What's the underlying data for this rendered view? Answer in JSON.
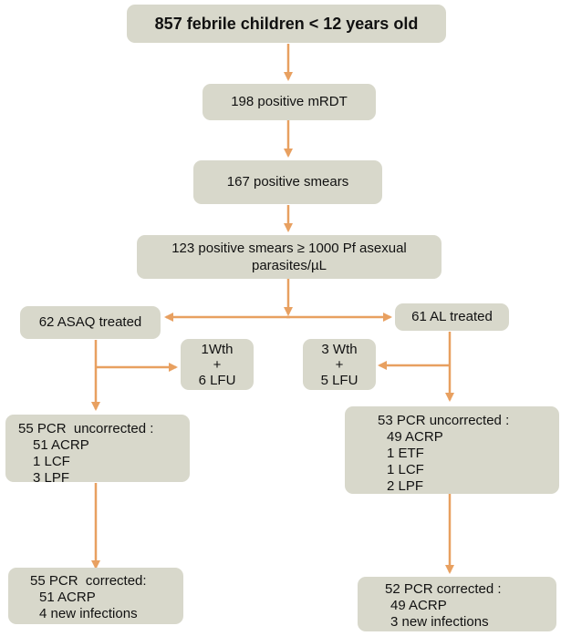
{
  "boxes": {
    "root": "857 febrile children < 12 years old",
    "mrdt": "198 positive mRDT",
    "smears": "167 positive smears",
    "smears_1000": [
      "123 positive smears ≥ 1000 Pf asexual",
      "parasites/µL"
    ],
    "asaq": "62 ASAQ treated",
    "al": "61 AL treated",
    "asaq_loss": [
      "1Wth",
      "+",
      "6 LFU"
    ],
    "al_loss": [
      "3 Wth",
      "+",
      "5 LFU"
    ],
    "asaq_uncorrected": [
      "55 PCR  uncorrected :",
      "51 ACRP",
      "1 LCF",
      "3 LPF"
    ],
    "al_uncorrected": [
      "53 PCR uncorrected :",
      "49 ACRP",
      "1 ETF",
      "1 LCF",
      "2 LPF"
    ],
    "asaq_corrected": [
      "55 PCR  corrected:",
      "51 ACRP",
      "4 new infections"
    ],
    "al_corrected": [
      "52 PCR corrected :",
      "49 ACRP",
      "3 new infections"
    ]
  },
  "colors": {
    "box_fill": "#d8d8cb",
    "arrow": "#e8a060"
  }
}
